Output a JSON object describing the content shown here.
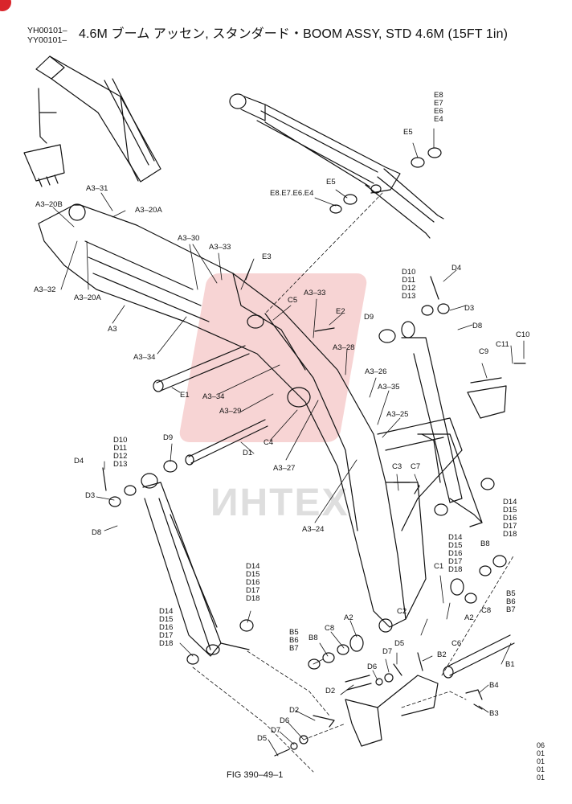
{
  "header": {
    "codes": [
      "YH00101–",
      "YY00101–"
    ],
    "title": "4.6M ブーム アッセン, スタンダード・BOOM ASSY, STD 4.6M (15FT 1in)"
  },
  "footer": {
    "fig": "FIG 390–49–1",
    "right_codes": [
      "06",
      "01",
      "01",
      "01",
      "01"
    ]
  },
  "watermark": {
    "text": "ИНТЕХ"
  },
  "labels": {
    "A3_31": "A3–31",
    "A3_20B": "A3–20B",
    "A3_20A_top": "A3–20A",
    "A3_32": "A3–32",
    "A3_20A_bot": "A3–20A",
    "A3": "A3",
    "A3_30": "A3–30",
    "A3_33_top": "A3–33",
    "E3": "E3",
    "A3_34_a": "A3–34",
    "E1": "E1",
    "A3_34_b": "A3–34",
    "A3_29": "A3–29",
    "C5": "C5",
    "A3_33_mid": "A3–33",
    "E2": "E2",
    "A3_28": "A3–28",
    "D9_top": "D9",
    "A3_26": "A3–26",
    "A3_35": "A3–35",
    "A3_25": "A3–25",
    "C4": "C4",
    "D1": "D1",
    "A3_27": "A3–27",
    "A3_24": "A3–24",
    "C3": "C3",
    "C7": "C7",
    "C9": "C9",
    "C11": "C11",
    "C10": "C10",
    "D4_top": "D4",
    "D3_top": "D3",
    "D8_top": "D8",
    "E5_top": "E5",
    "E5_mid": "E5",
    "E_list": "E8.E7.E6.E4",
    "D9_left": "D9",
    "D4_left": "D4",
    "D3_left": "D3",
    "D8_left": "D8",
    "C1": "C1",
    "C2": "C2",
    "A2_right": "A2",
    "C8_right": "C8",
    "B8_right": "B8",
    "C6": "C6",
    "A2_mid": "A2",
    "C8_mid": "C8",
    "B8_mid": "B8",
    "D5_mid": "D5",
    "D7_mid": "D7",
    "D6_mid": "D6",
    "B2": "B2",
    "B1": "B1",
    "B4": "B4",
    "B3": "B3",
    "D2_mid": "D2",
    "D2_bot": "D2",
    "D6_bot": "D6",
    "D7_bot": "D7",
    "D5_bot": "D5"
  },
  "stacks": {
    "E_top": [
      "E8",
      "E7",
      "E6",
      "E4"
    ],
    "D10_13_top": [
      "D10",
      "D11",
      "D12",
      "D13"
    ],
    "D10_13_left": [
      "D10",
      "D11",
      "D12",
      "D13"
    ],
    "D14_18_right": [
      "D14",
      "D15",
      "D16",
      "D17",
      "D18"
    ],
    "D14_18_center": [
      "D14",
      "D15",
      "D16",
      "D17",
      "D18"
    ],
    "D14_18_left_top": [
      "D14",
      "D15",
      "D16",
      "D17",
      "D18"
    ],
    "D14_18_left_bot": [
      "D14",
      "D15",
      "D16",
      "D17",
      "D18"
    ],
    "B5_7_right": [
      "B5",
      "B6",
      "B7"
    ],
    "B5_7_mid": [
      "B5",
      "B6",
      "B7"
    ]
  }
}
